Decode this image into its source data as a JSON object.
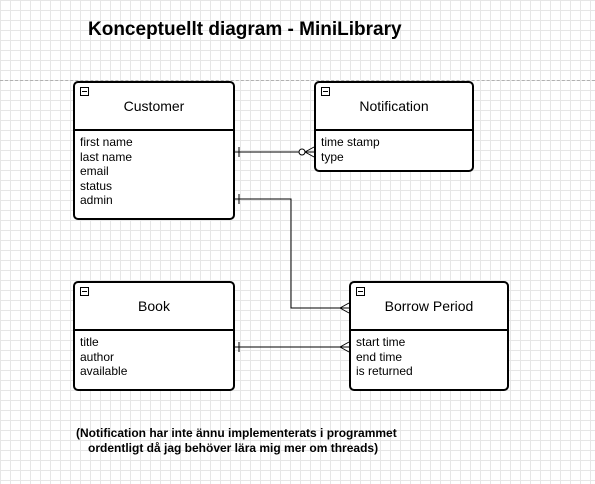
{
  "title": "Konceptuellt diagram - MiniLibrary",
  "entities": {
    "customer": {
      "name": "Customer",
      "attributes": [
        "first name",
        "last name",
        "email",
        "status",
        "admin"
      ]
    },
    "notification": {
      "name": "Notification",
      "attributes": [
        "time stamp",
        "type"
      ]
    },
    "book": {
      "name": "Book",
      "attributes": [
        "title",
        "author",
        "available"
      ]
    },
    "borrow_period": {
      "name": "Borrow Period",
      "attributes": [
        "start time",
        "end time",
        "is returned"
      ]
    }
  },
  "relationships": [
    {
      "from": "Customer",
      "to": "Notification",
      "from_end": "one",
      "to_end": "zero-or-many"
    },
    {
      "from": "Customer",
      "to": "Borrow Period",
      "from_end": "one",
      "to_end": "many"
    },
    {
      "from": "Book",
      "to": "Borrow Period",
      "from_end": "one",
      "to_end": "many"
    }
  ],
  "note": [
    "(Notification har inte ännu implementerats i programmet",
    "ordentligt  då jag behöver lära mig mer om threads)"
  ]
}
